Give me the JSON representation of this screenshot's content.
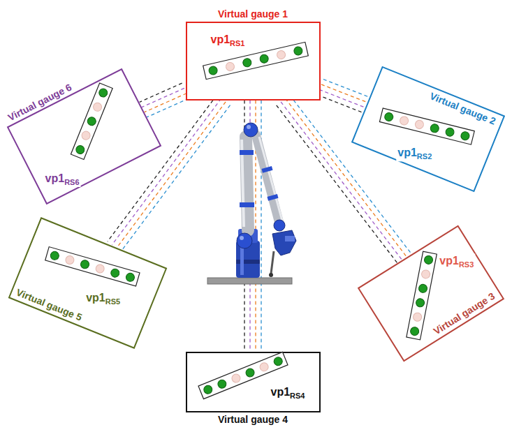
{
  "diagram": {
    "nodes": [
      {
        "text": [
          "Virtual gauge 1",
          "vp1",
          "RS1"
        ]
      },
      {
        "text": [
          "Virtual gauge 2",
          "vp1",
          "RS2"
        ]
      },
      {
        "text": [
          "Virtual gauge 3",
          "vp1",
          "RS3"
        ]
      },
      {
        "text": [
          "Virtual gauge 4",
          "vp1",
          "RS4"
        ]
      },
      {
        "text": [
          "Virtual gauge 5",
          "vp1",
          "RS5"
        ]
      },
      {
        "text": [
          "Virtual gauge 6",
          "vp1",
          "RS6"
        ]
      }
    ],
    "edges": [
      {
        "from": 0,
        "to": 1,
        "arrow": "none"
      },
      {
        "from": 0,
        "to": 2,
        "arrow": "none"
      },
      {
        "from": 0,
        "to": 3,
        "arrow": "none"
      },
      {
        "from": 0,
        "to": 4,
        "arrow": "none"
      },
      {
        "from": 0,
        "to": 5,
        "arrow": "none"
      }
    ]
  }
}
